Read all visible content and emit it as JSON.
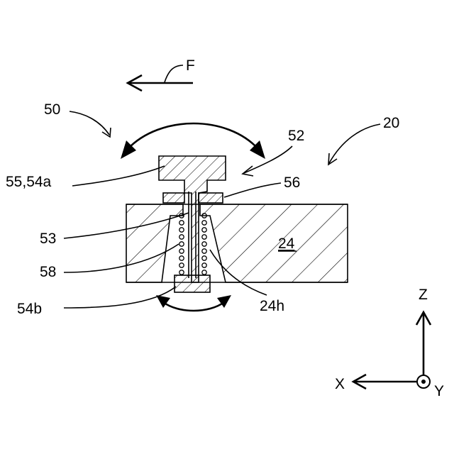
{
  "labels": {
    "force": "F",
    "assembly": "50",
    "device": "20",
    "member": "52",
    "head": "55,54a",
    "washer": "56",
    "shaft": "53",
    "spring": "58",
    "bottom_cap": "54b",
    "plate": "24",
    "hole": "24h"
  },
  "axes": {
    "z": "Z",
    "x": "X",
    "y": "Y"
  }
}
